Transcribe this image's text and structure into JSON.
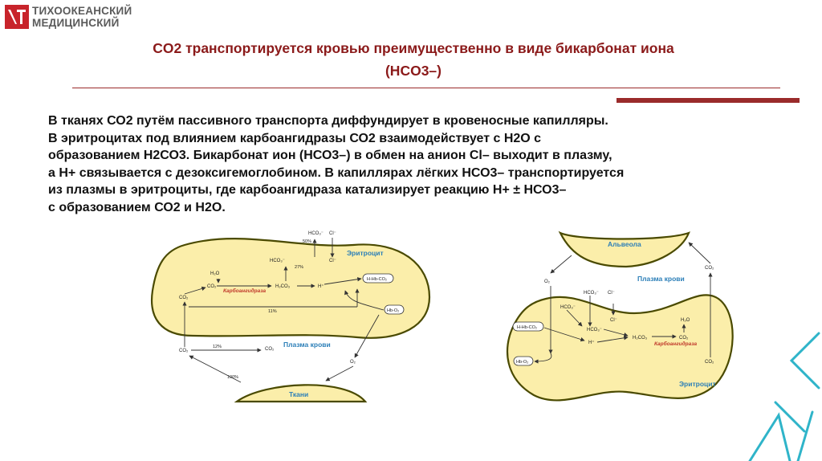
{
  "logo": {
    "line1": "ТИХООКЕАНСКИЙ",
    "line2": "МЕДИЦИНСКИЙ"
  },
  "title": {
    "line1": "CO2 транспортируется кровью преимущественно в виде бикарбонат иона",
    "line2": "(HCO3–)"
  },
  "body_lines": [
    "В тканях СО2 путём пассивного транспорта диффундирует в кровеносные капилляры.",
    "В эритроцитах под влиянием карбоангидразы СО2 взаимодействует с Н2О с",
    "образованием Н2СО3. Бикарбонат ион (НСО3–) в обмен на анион Cl– выходит в плазму,",
    "а Н+ связывается с дезоксигемоглобином. В капиллярах лёгких НСО3– транспортируется",
    "из плазмы в эритроциты, где карбоангидраза катализирует реакцию Н+ ± НСО3–",
    "с образованием СО2 и Н2О."
  ],
  "left_diagram": {
    "erythrocyte_label": "Эритроцит",
    "plasma_label": "Плазма крови",
    "tissue_label": "Ткани",
    "enzyme_label": "Карбоангидраза",
    "species": {
      "hco3": "HCO₃⁻",
      "cl": "Cl⁻",
      "co2": "CO₂",
      "h2o": "H₂O",
      "h2co3": "H₂CO₃",
      "hplus": "H⁺",
      "hhbco2": "H-Hb-CO₂",
      "hbo2": "Hb-O₂",
      "o2": "O₂"
    },
    "percents": {
      "p50": "50%",
      "p27": "27%",
      "p11": "11%",
      "p12": "12%",
      "p100": "100%"
    }
  },
  "right_diagram": {
    "alveola_label": "Альвеола",
    "plasma_label": "Плазма крови",
    "erythrocyte_label": "Эритроцит",
    "enzyme_label": "Карбоангидраза",
    "species": {
      "hco3": "HCO₃⁻",
      "cl": "Cl⁻",
      "co2": "CO₂",
      "h2o": "H₂O",
      "h2co3": "H₂CO₃",
      "hplus": "H⁺",
      "hhbco2": "H-Hb-CO₂",
      "hbo2": "Hb-O₂",
      "o2": "O₂"
    }
  },
  "colors": {
    "title": "#8b1a1a",
    "rule": "#9a2b2b",
    "cell_fill": "#fbeeaa",
    "cell_stroke": "#4a4a00",
    "enzyme": "#c0392b",
    "label_blue": "#2c7fb8",
    "deco_teal": "#2fb4c9",
    "logo_red": "#c8242b"
  }
}
